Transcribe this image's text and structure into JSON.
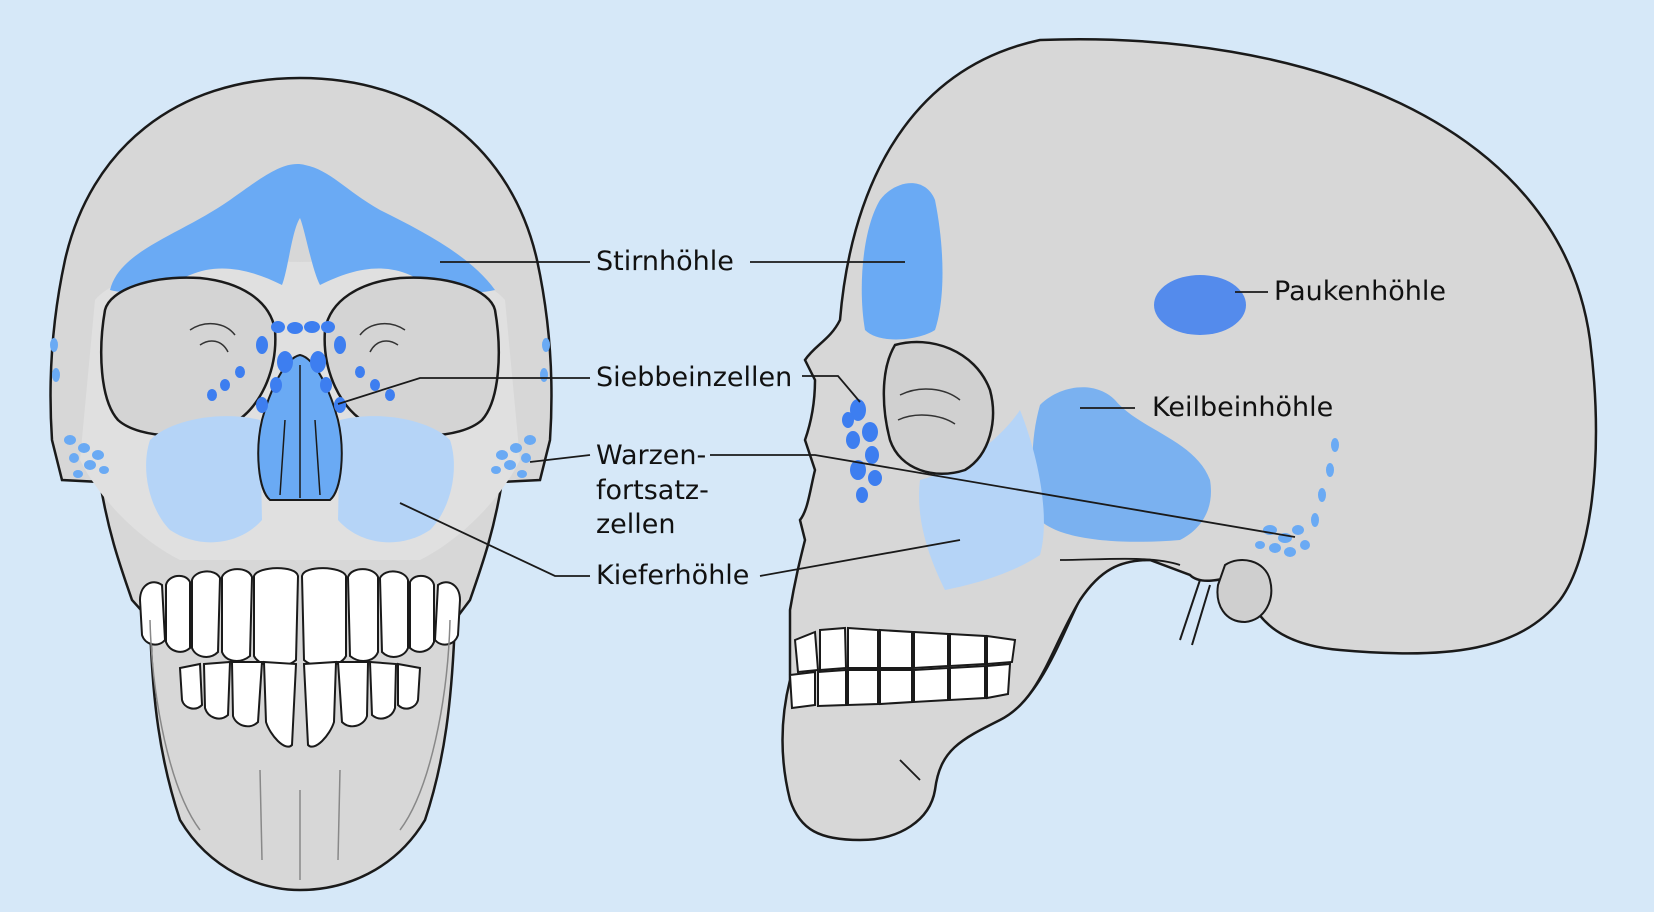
{
  "labels": {
    "stirnhoehle": "Stirnhöhle",
    "siebbeinzellen_center": "Siebbeinzellen",
    "warzen_line1": "Warzen-",
    "warzen_line2": "fortsatz-",
    "warzen_line3": "zellen",
    "kieferhoehle": "Kieferhöhle",
    "paukenhoehle": "Paukenhöhle",
    "keilbeinhoehle": "Keilbeinhöhle"
  },
  "colors": {
    "background": "#d6e8f8",
    "bone": "#d7d7d7",
    "sinus_light": "#b5d4f7",
    "sinus_medium": "#6aaaf4",
    "sinus_dark": "#3d7ef0",
    "outline": "#1a1a1a"
  }
}
